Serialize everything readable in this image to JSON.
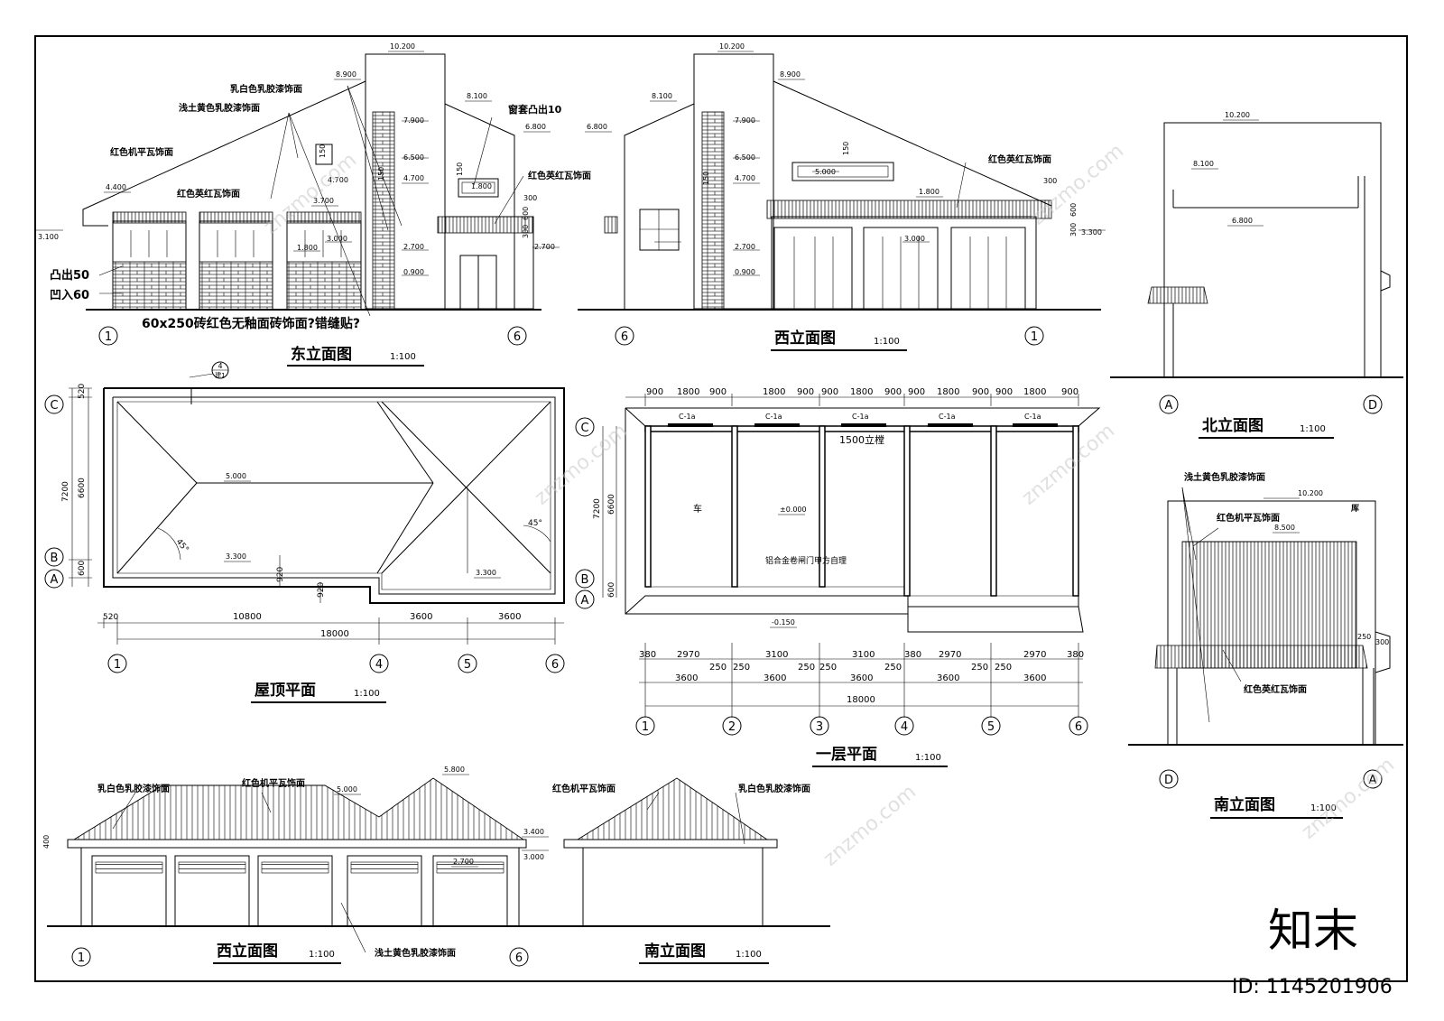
{
  "watermark": {
    "logo_text": "知末",
    "site": "znzmo.com",
    "id_label": "ID: 1145201906"
  },
  "east_elevation": {
    "title": "东立面图",
    "scale": "1:100",
    "levels": [
      "10.200",
      "8.900",
      "8.100",
      "7.900",
      "6.800",
      "6.500",
      "4.700",
      "4.400",
      "4.700",
      "3.700",
      "3.100",
      "3.000",
      "2.700",
      "1.800",
      "1.800",
      "0.900",
      "300",
      "300",
      "600",
      "150",
      "150",
      "150",
      "2.700"
    ],
    "notes": {
      "milk_white": "乳白色乳胶漆饰面",
      "light_yellow": "浅土黄色乳胶漆饰面",
      "red_machine_tile": "红色机平瓦饰面",
      "red_jiang_tile": "红色英红瓦饰面",
      "red_jiang_tile2": "红色英红瓦饰面",
      "sill": "窗套凸出10",
      "protrude": "凸出50",
      "recess": "凹入60",
      "brick": "60x250砖红色无釉面砖饰面?错缝贴?"
    },
    "axis_left": "1",
    "axis_right": "6"
  },
  "west_elevation_top": {
    "title": "西立面图",
    "scale": "1:100",
    "levels": [
      "10.200",
      "8.900",
      "8.100",
      "7.900",
      "6.800",
      "6.500",
      "4.700",
      "3.000",
      "2.700",
      "0.900",
      "1.800",
      "5.000",
      "3.300",
      "300",
      "300",
      "600",
      "150",
      "150"
    ],
    "note_tile": "红色英红瓦饰面",
    "axis_left": "6",
    "axis_right": "1"
  },
  "north_elevation": {
    "title": "北立面图",
    "scale": "1:100",
    "levels": [
      "10.200",
      "8.100",
      "6.800"
    ],
    "axis_left": "A",
    "axis_right": "D"
  },
  "roof_plan": {
    "title": "屋顶平面",
    "scale": "1:100",
    "levels": [
      "5.000",
      "3.300",
      "3.300"
    ],
    "angles": [
      "45°",
      "45°"
    ],
    "dims_v": [
      "520",
      "7200",
      "6600",
      "600",
      "920",
      "920"
    ],
    "dims_h_top": [
      "520",
      "10800",
      "3600",
      "3600"
    ],
    "total": "18000",
    "detail_tag_num": "4",
    "detail_tag_sheet": "建1",
    "axes_rows": [
      "C",
      "B",
      "A"
    ],
    "axes_cols": [
      "1",
      "4",
      "5",
      "6"
    ]
  },
  "ground_plan": {
    "title": "一层平面",
    "scale": "1:100",
    "top_dims": [
      "900",
      "1800",
      "900",
      "1800",
      "900",
      "900",
      "1800",
      "900",
      "900",
      "1800",
      "900",
      "900",
      "1800",
      "900"
    ],
    "window_tags": [
      "C-1a",
      "C-1a",
      "C-1a",
      "C-1a",
      "C-1a"
    ],
    "lintel_note": "1500立樘",
    "room_label": "车",
    "level_zero": "±0.000",
    "door_note": "铝合金卷闸门甲方自理",
    "outside_level": "-0.150",
    "dims_v": [
      "7200",
      "6600",
      "600"
    ],
    "bottom_dims_1": [
      "380",
      "2970",
      "250",
      "250",
      "3100",
      "250",
      "250",
      "3100",
      "250",
      "380",
      "2970",
      "250",
      "250",
      "2970",
      "380"
    ],
    "bottom_dims_2": [
      "3600",
      "3600",
      "3600",
      "3600",
      "3600"
    ],
    "total": "18000",
    "axes_rows": [
      "C",
      "B",
      "A"
    ],
    "axes_cols": [
      "1",
      "2",
      "3",
      "4",
      "5",
      "6"
    ]
  },
  "west_elevation_bottom": {
    "title": "西立面图",
    "scale": "1:100",
    "levels": [
      "5.800",
      "5.000",
      "3.400",
      "3.000",
      "2.700",
      "400"
    ],
    "note_white": "乳白色乳胶漆饰面",
    "note_tile": "红色机平瓦饰面",
    "note_yellow": "浅土黄色乳胶漆饰面",
    "axis_left": "1",
    "axis_right": "6"
  },
  "south_elevation_bottom": {
    "title": "南立面图",
    "scale": "1:100",
    "note_tile": "红色机平瓦饰面",
    "note_white": "乳白色乳胶漆饰面"
  },
  "south_elevation_right": {
    "title": "南立面图",
    "scale": "1:100",
    "levels": [
      "10.200",
      "8.500",
      "250",
      "300"
    ],
    "note_yellow": "浅土黄色乳胶漆饰面",
    "note_machine": "红色机平瓦饰面",
    "note_jiang": "红色英红瓦饰面",
    "corner_char": "厍",
    "axis_left": "D",
    "axis_right": "A"
  }
}
